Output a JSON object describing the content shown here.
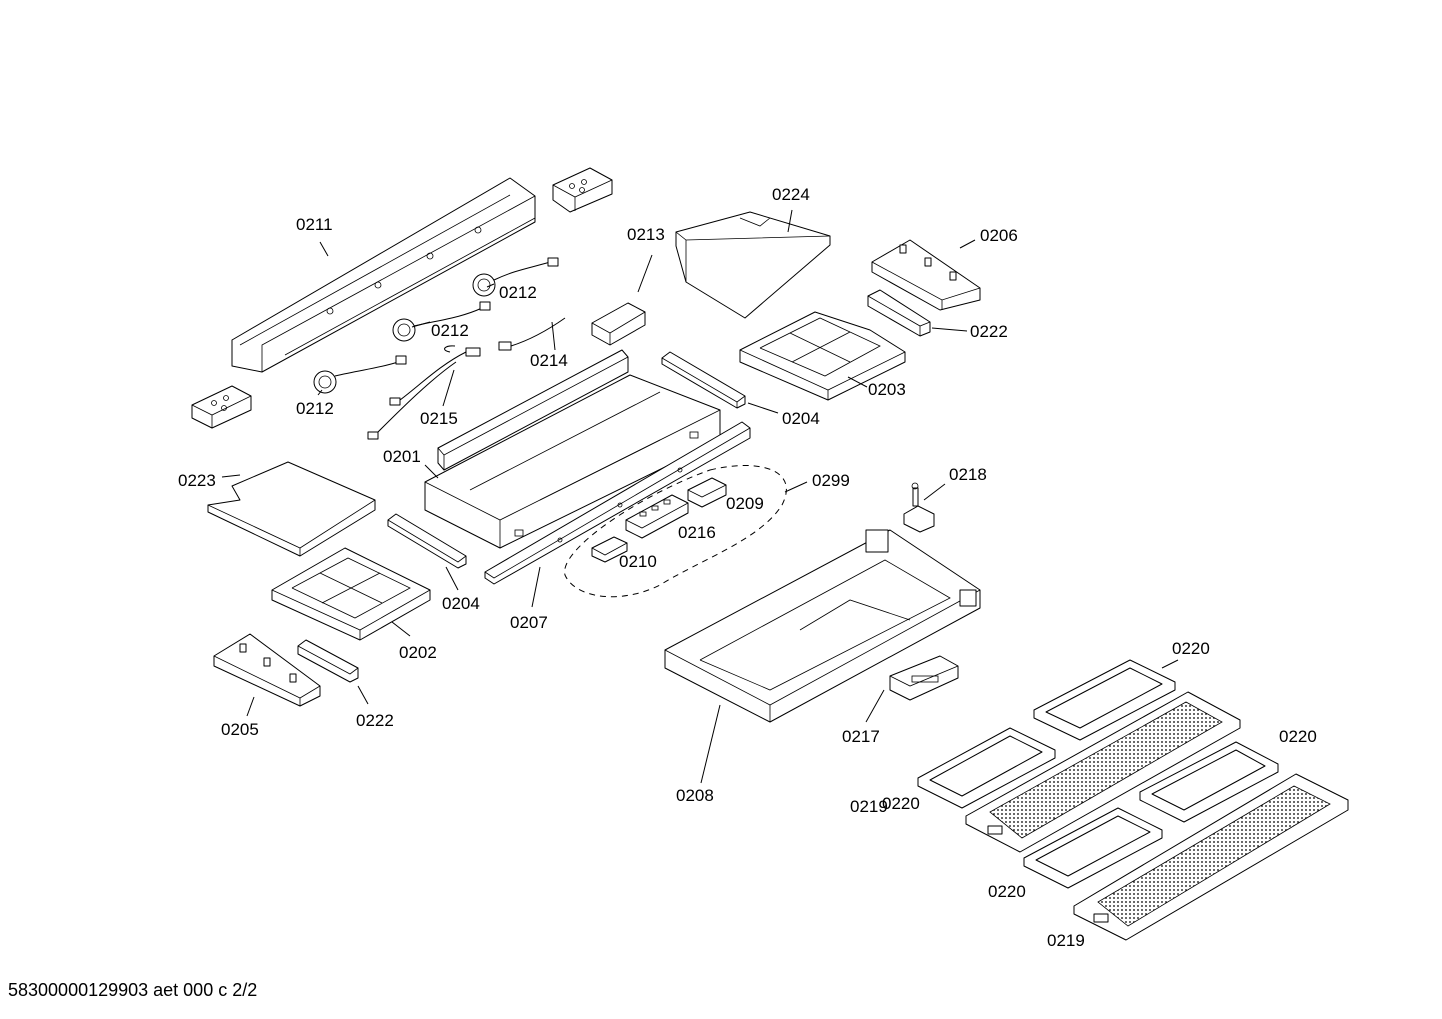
{
  "labels": {
    "l0211": "0211",
    "l0212a": "0212",
    "l0212b": "0212",
    "l0212c": "0212",
    "l0213": "0213",
    "l0214": "0214",
    "l0215": "0215",
    "l0224": "0224",
    "l0206": "0206",
    "l0222a": "0222",
    "l0203": "0203",
    "l0204a": "0204",
    "l0201": "0201",
    "l0223": "0223",
    "l0299": "0299",
    "l0209": "0209",
    "l0218": "0218",
    "l0216": "0216",
    "l0210": "0210",
    "l0204b": "0204",
    "l0207": "0207",
    "l0202": "0202",
    "l0222b": "0222",
    "l0205": "0205",
    "l0220a": "0220",
    "l0220b": "0220",
    "l0217": "0217",
    "l0208": "0208",
    "l0219a": "0219",
    "l0220c": "0220",
    "l0220d": "0220",
    "l0219b": "0219"
  },
  "footer": {
    "code": "58300000129903 aet 000 c 2/2"
  }
}
